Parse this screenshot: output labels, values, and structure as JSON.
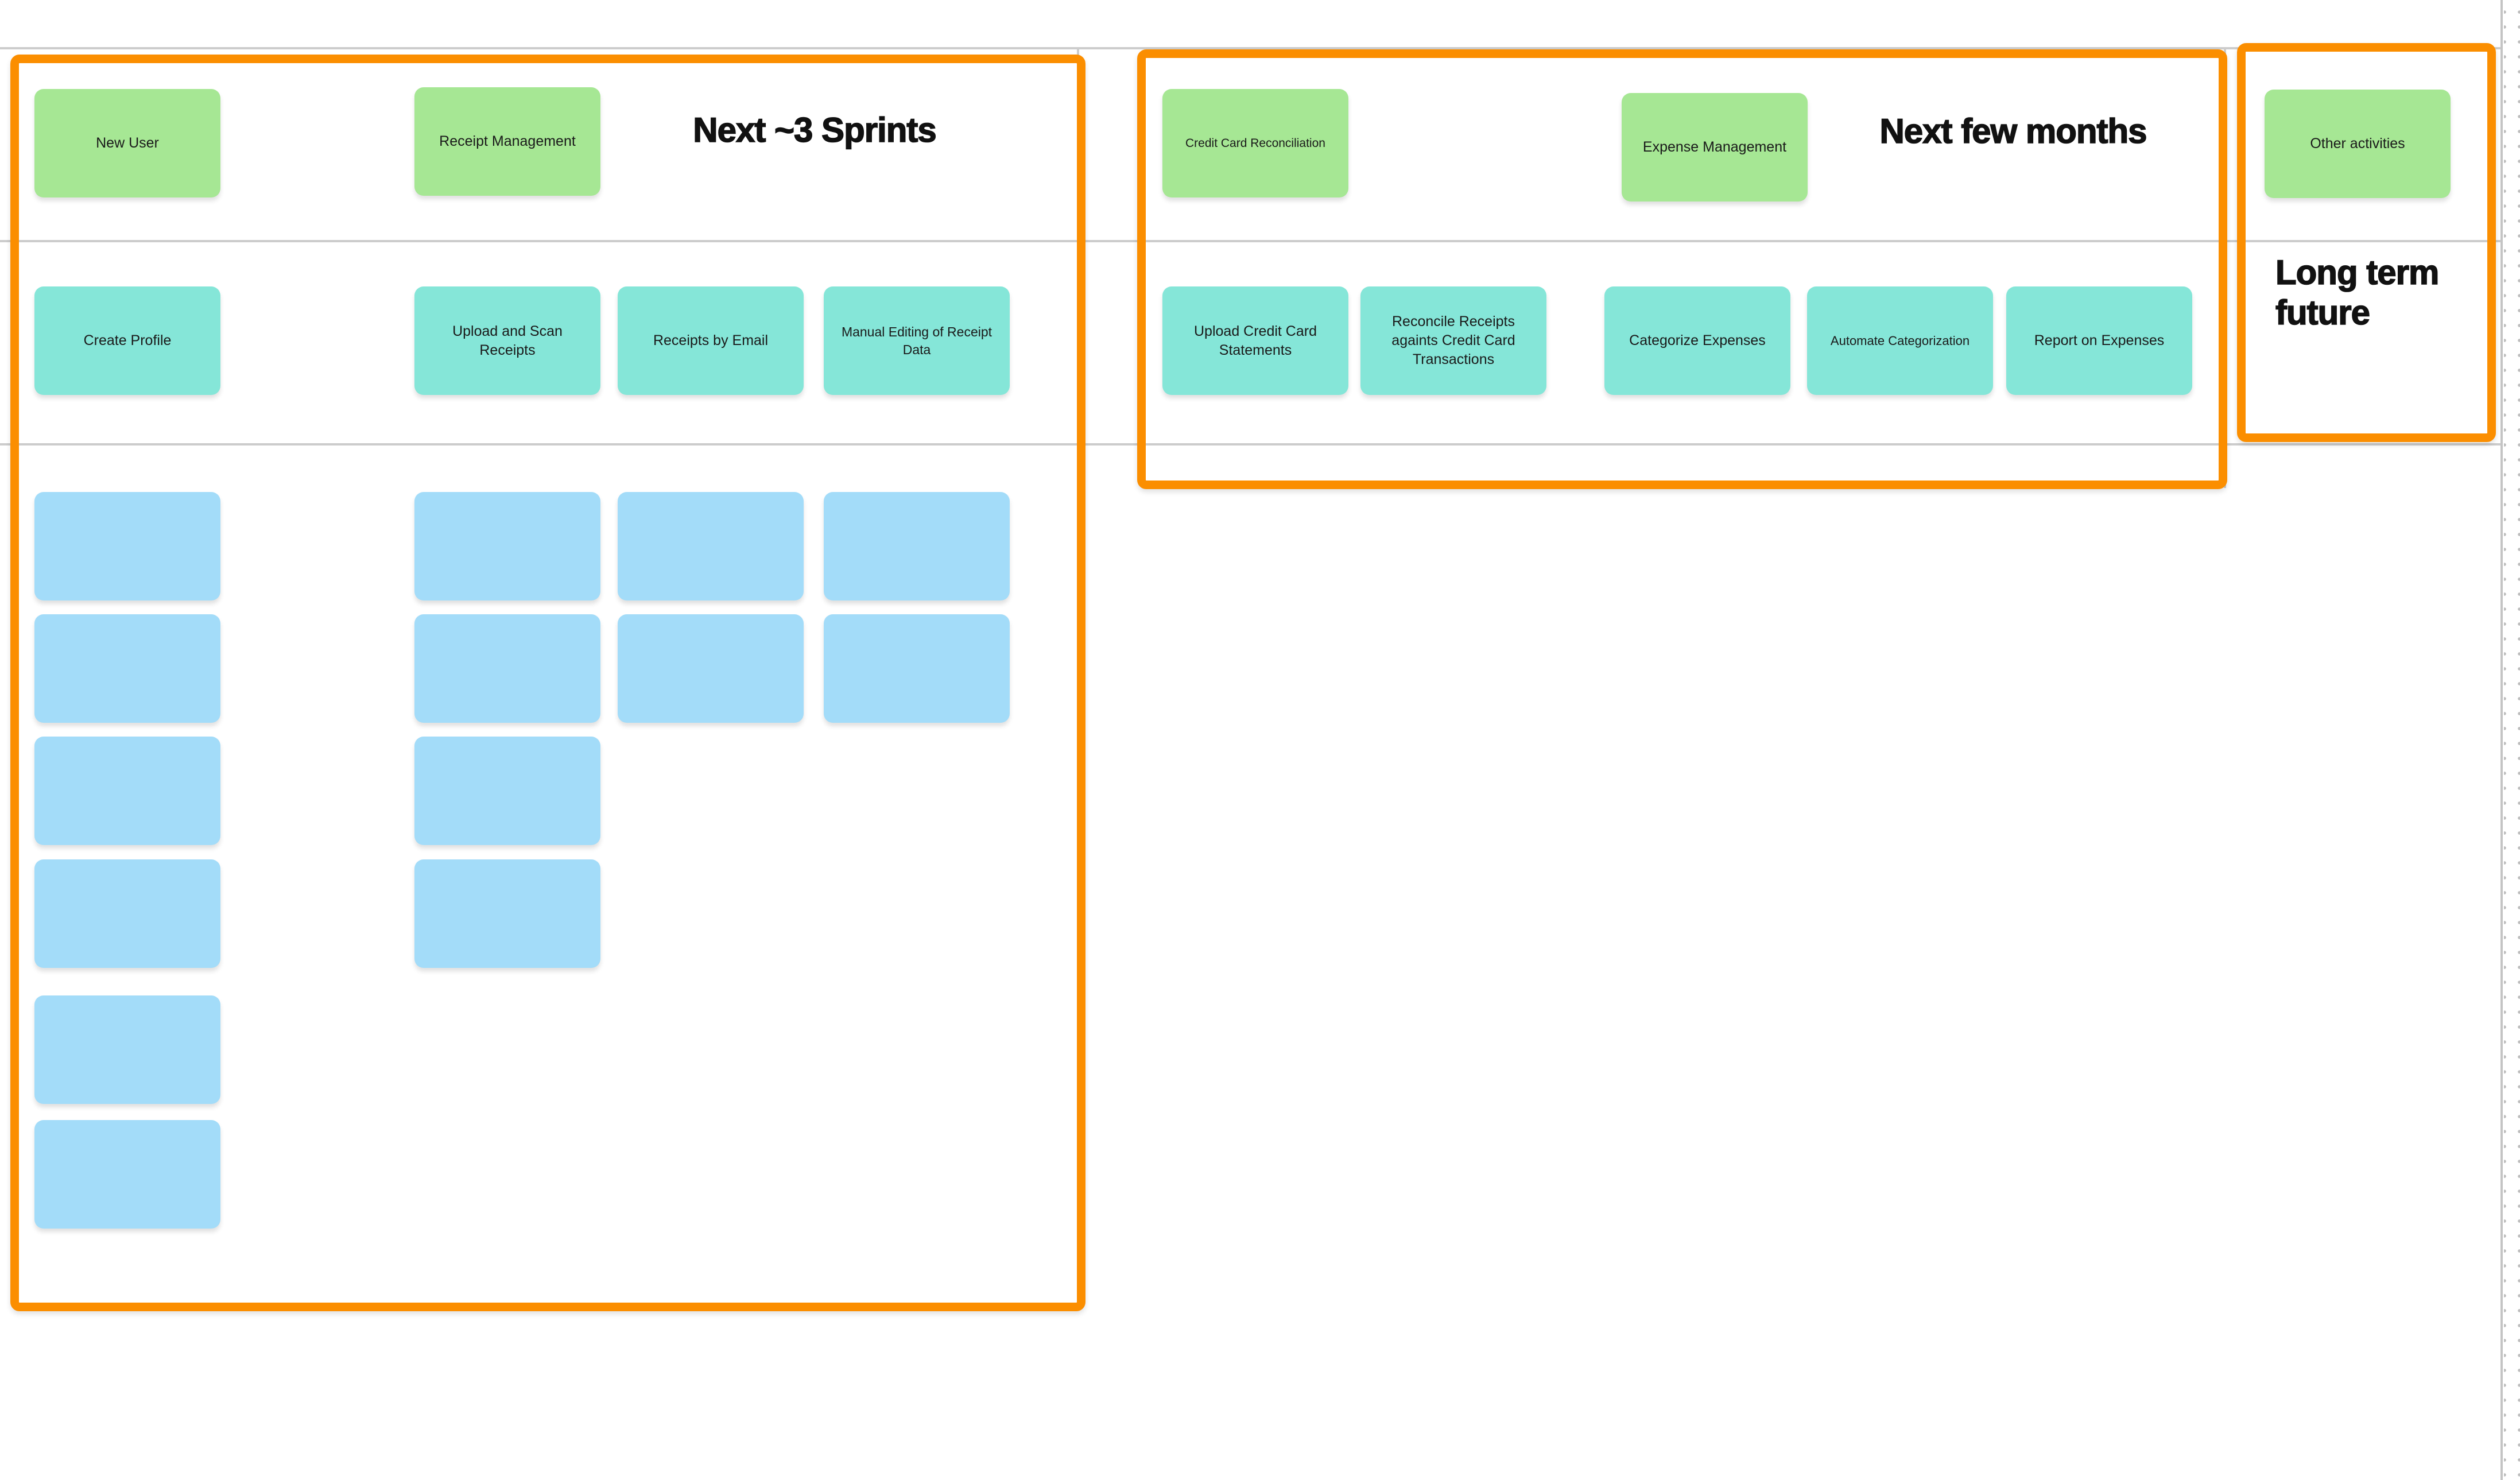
{
  "titles": {
    "sprints": "Next ~3 Sprints",
    "months": "Next few months",
    "future": "Long term future"
  },
  "stickies": {
    "green": [
      {
        "label": "New User"
      },
      {
        "label": "Receipt Management"
      },
      {
        "label": "Credit Card Reconciliation"
      },
      {
        "label": "Expense Management"
      },
      {
        "label": "Other activities"
      }
    ],
    "teal": [
      {
        "label": "Create Profile"
      },
      {
        "label": "Upload and Scan Receipts"
      },
      {
        "label": "Receipts by Email"
      },
      {
        "label": "Manual Editing of Receipt Data"
      },
      {
        "label": "Upload Credit Card Statements"
      },
      {
        "label": "Reconcile Receipts againts Credit Card Transactions"
      },
      {
        "label": "Categorize Expenses"
      },
      {
        "label": "Automate Categorization"
      },
      {
        "label": "Report on Expenses"
      }
    ],
    "blue_blank_count": 14
  },
  "colors": {
    "green": "#a6e794",
    "teal": "#85e6d8",
    "blue": "#a3dcf9",
    "orange": "#fb8e00",
    "grid_line": "#cccccc",
    "text": "#1a1a1a"
  }
}
